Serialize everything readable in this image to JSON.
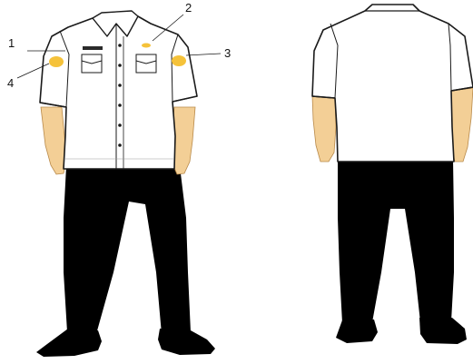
{
  "callouts": {
    "c1": {
      "number": "1"
    },
    "c2": {
      "number": "2"
    },
    "c3": {
      "number": "3"
    },
    "c4": {
      "number": "4"
    }
  },
  "colors": {
    "shirt": "#ffffff",
    "outline": "#1a1a1a",
    "trousers": "#000000",
    "skin": "#f3cf96",
    "skin_shadow": "#e0b06a",
    "badge": "#f5c23a",
    "nameplate": "#2a2a2a"
  }
}
